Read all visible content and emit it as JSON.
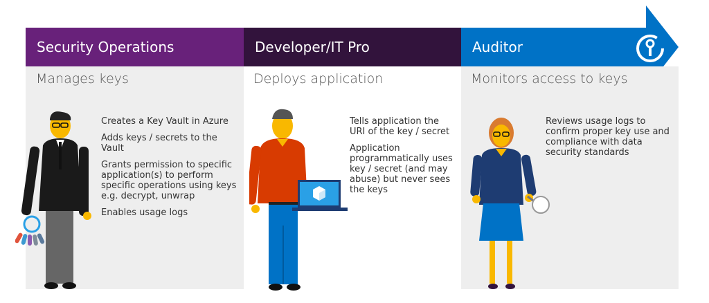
{
  "colors": {
    "security": "#68217a",
    "developer": "#32133c",
    "auditor": "#0072c6",
    "panel": "#eeeeee"
  },
  "columns": [
    {
      "role": "Security Operations",
      "summary": "Manages keys",
      "items": [
        "Creates a Key Vault in Azure",
        "Adds keys / secrets to the Vault",
        "Grants permission to specific application(s) to perform specific operations using keys e.g. decrypt, unwrap",
        "Enables usage logs"
      ]
    },
    {
      "role": "Developer/IT Pro",
      "summary": "Deploys application",
      "items": [
        "Tells application the URI of the key / secret",
        "Application programmatically uses key / secret (and may abuse) but never sees the keys"
      ]
    },
    {
      "role": "Auditor",
      "summary": "Monitors access to keys",
      "items": [
        "Reviews usage logs to confirm proper key use and compliance with data security standards"
      ]
    }
  ],
  "icons": {
    "key_vault": "key-vault-icon",
    "keyring": "keyring-icon",
    "laptop": "laptop-icon",
    "magnifier": "magnifying-glass-icon"
  }
}
